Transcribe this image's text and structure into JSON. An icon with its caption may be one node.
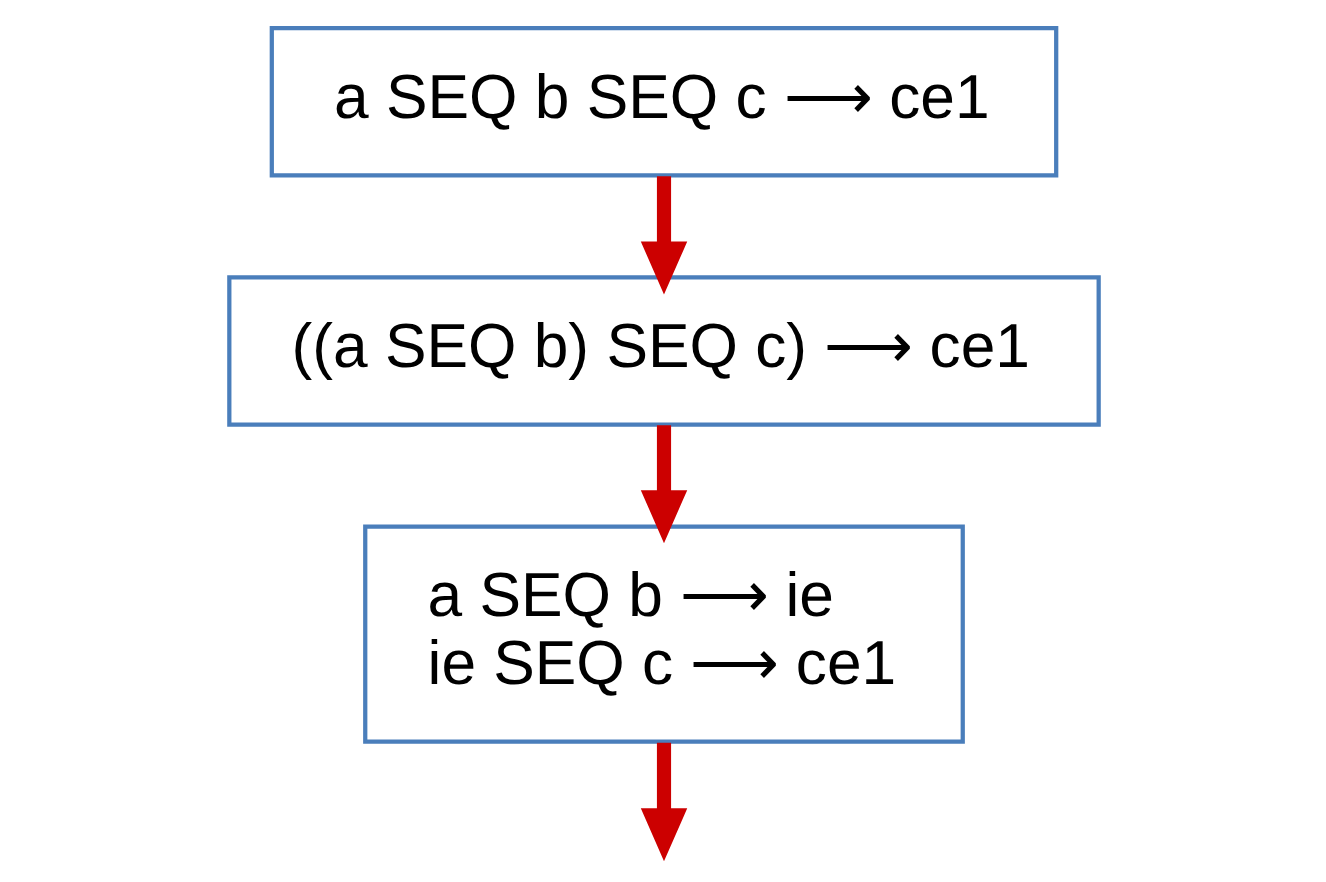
{
  "diagram": {
    "nodes": [
      {
        "text": [
          "a SEQ b SEQ c ⟶ ce1"
        ]
      },
      {
        "text": [
          "((a SEQ b) SEQ c) ⟶ ce1"
        ]
      },
      {
        "text": [
          "a SEQ b ⟶ ie",
          "ie SEQ c ⟶ ce1"
        ]
      }
    ],
    "edges": [
      {
        "from": 0,
        "to": 1,
        "arrow": "to"
      },
      {
        "from": 1,
        "to": 2,
        "arrow": "to"
      },
      {
        "from": 2,
        "to": null,
        "arrow": "to"
      }
    ]
  }
}
